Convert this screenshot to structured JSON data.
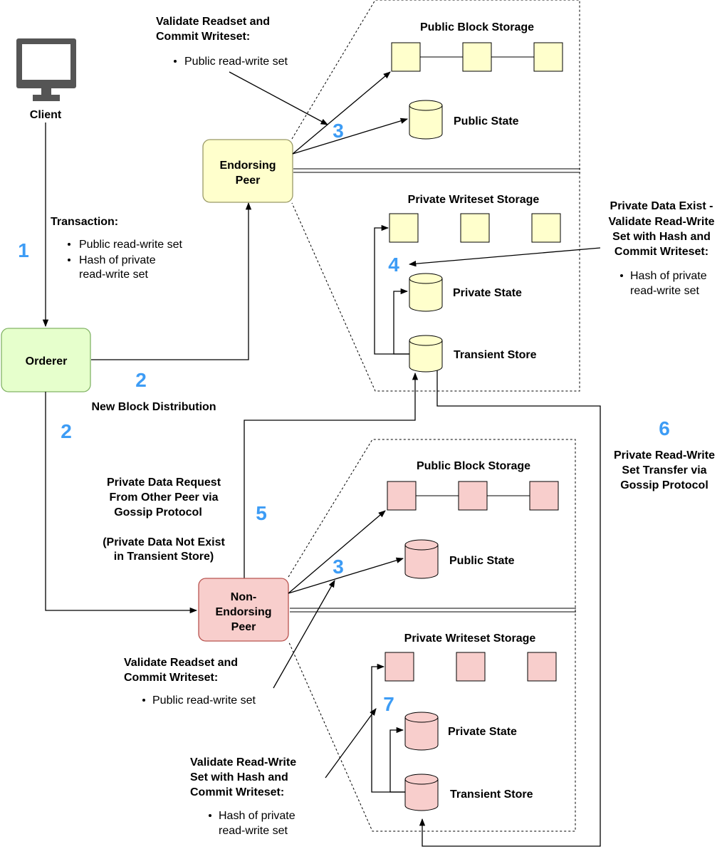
{
  "client": {
    "label": "Client"
  },
  "orderer": {
    "label": "Orderer"
  },
  "endorsing_peer": {
    "label_line1": "Endorsing",
    "label_line2": "Peer"
  },
  "non_endorsing_peer": {
    "label_line1": "Non-",
    "label_line2": "Endorsing",
    "label_line3": "Peer"
  },
  "transaction": {
    "title": "Transaction:",
    "bullet1": "Public read-write set",
    "bullet2_line1": "Hash of private",
    "bullet2_line2": "read-write set"
  },
  "steps": {
    "s1": "1",
    "s2": "2",
    "s3": "3",
    "s4": "4",
    "s5": "5",
    "s6": "6",
    "s7": "7"
  },
  "new_block_distribution": "New Block Distribution",
  "endorsing_panel": {
    "validate_title_line1": "Validate Readset and",
    "validate_title_line2": "Commit Writeset:",
    "validate_bullet": "Public read-write set",
    "public_block_storage": "Public Block Storage",
    "public_state": "Public State",
    "private_writeset_storage": "Private Writeset Storage",
    "private_state": "Private State",
    "transient_store": "Transient Store",
    "private_exist_line1": "Private Data Exist -",
    "private_exist_line2": "Validate Read-Write",
    "private_exist_line3": "Set with Hash and",
    "private_exist_line4": "Commit Writeset:",
    "private_exist_bullet_line1": "Hash of private",
    "private_exist_bullet_line2": "read-write set"
  },
  "gossip_request": {
    "line1": "Private Data Request",
    "line2": "From Other Peer via",
    "line3": "Gossip Protocol",
    "line4": "(Private Data Not Exist",
    "line5": "in Transient Store)"
  },
  "gossip_transfer": {
    "line1": "Private Read-Write",
    "line2": "Set Transfer via",
    "line3": "Gossip Protocol"
  },
  "non_endorsing_panel": {
    "validate_title_line1": "Validate Readset and",
    "validate_title_line2": "Commit Writeset:",
    "validate_bullet": "Public read-write set",
    "public_block_storage": "Public Block Storage",
    "public_state": "Public State",
    "private_writeset_storage": "Private Writeset Storage",
    "private_state": "Private State",
    "transient_store": "Transient Store",
    "hash_title_line1": "Validate Read-Write",
    "hash_title_line2": "Set with Hash and",
    "hash_title_line3": "Commit Writeset:",
    "hash_bullet_line1": "Hash of private",
    "hash_bullet_line2": "read-write set"
  },
  "colors": {
    "yellow_fill": "#ffffcc",
    "yellow_stroke": "#999966",
    "pink_fill": "#f8cecc",
    "pink_stroke": "#b85450",
    "green_fill": "#e6ffcc",
    "green_stroke": "#82b366",
    "step_blue": "#3d9cf5",
    "monitor": "#555555"
  }
}
